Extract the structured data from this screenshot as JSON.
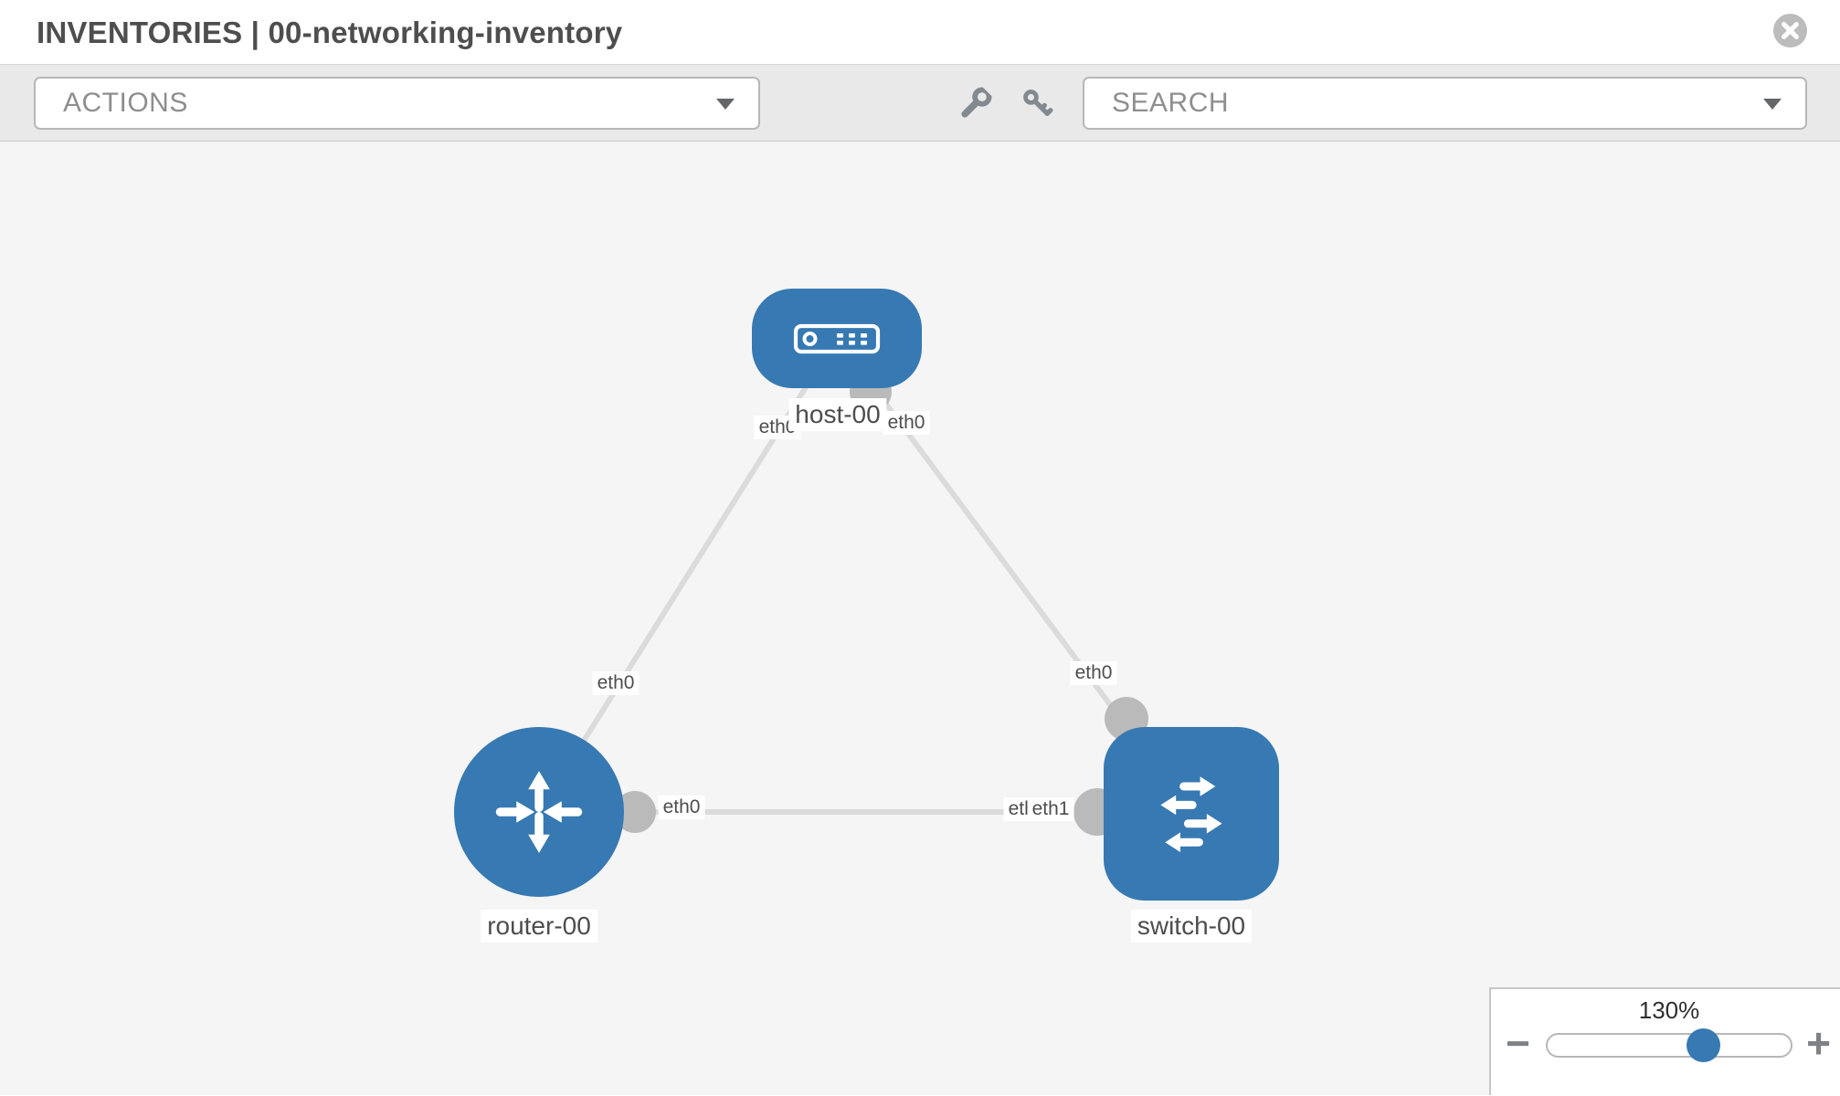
{
  "header": {
    "title": "INVENTORIES | 00-networking-inventory",
    "close_icon": "circle-x-icon"
  },
  "toolbar": {
    "actions_dropdown": {
      "label": "ACTIONS",
      "caret_icon": "caret-down-icon"
    },
    "search_dropdown": {
      "label": "SEARCH",
      "caret_icon": "caret-down-icon"
    },
    "tool_icons": [
      "wrench-icon",
      "key-icon"
    ]
  },
  "topology": {
    "nodes": [
      {
        "id": "host-00",
        "type": "host",
        "label": "host-00"
      },
      {
        "id": "router-00",
        "type": "router",
        "label": "router-00"
      },
      {
        "id": "switch-00",
        "type": "switch",
        "label": "switch-00"
      }
    ],
    "links": [
      {
        "source": "host-00",
        "target": "router-00"
      },
      {
        "source": "host-00",
        "target": "switch-00"
      },
      {
        "source": "router-00",
        "target": "switch-00"
      }
    ],
    "interface_labels": [
      {
        "text": "eth0"
      },
      {
        "text": "eth0"
      },
      {
        "text": "eth0"
      },
      {
        "text": "eth0"
      },
      {
        "text": "eth0"
      },
      {
        "text": "eth1"
      },
      {
        "text": "eth0"
      }
    ]
  },
  "zoom_control": {
    "value": "130%",
    "minus_label": "−",
    "plus_label": "+"
  },
  "colors": {
    "node_blue": "#3779b2",
    "link_gray": "#dbdbdb",
    "interface_gray": "#bababa",
    "toolbar_bg": "#e9e9e9",
    "canvas_bg": "#f5f5f6",
    "icon_gray": "#82898f"
  }
}
